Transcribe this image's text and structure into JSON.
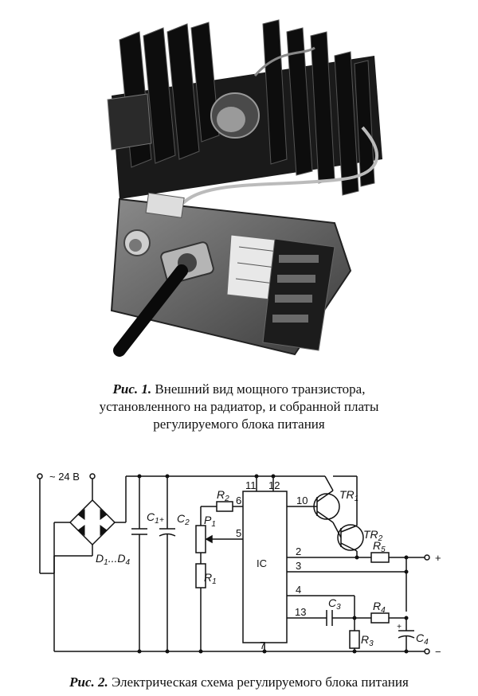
{
  "figure1": {
    "label": "Рис. 1.",
    "caption_lines": [
      "Внешний вид мощного транзистора,",
      "установленного на радиатор, и собранной платы",
      "регулируемого блока питания"
    ]
  },
  "figure2": {
    "label": "Рис. 2.",
    "caption": "Электрическая схема регулируемого блока питания",
    "schematic": {
      "supply": "~ 24 В",
      "diodes": "D",
      "diodes_sub1": "1",
      "diodes_range": "...D",
      "diodes_sub2": "4",
      "c1": "C",
      "c1_sub": "1",
      "c2": "C",
      "c2_sub": "2",
      "c3": "C",
      "c3_sub": "3",
      "c4": "C",
      "c4_sub": "4",
      "r1": "R",
      "r1_sub": "1",
      "r2": "R",
      "r2_sub": "2",
      "r3": "R",
      "r3_sub": "3",
      "r4": "R",
      "r4_sub": "4",
      "r5": "R",
      "r5_sub": "5",
      "p1": "P",
      "p1_sub": "1",
      "tr1": "TR",
      "tr1_sub": "1",
      "tr2": "TR",
      "tr2_sub": "2",
      "ic": "IC",
      "pins": [
        "11",
        "12",
        "6",
        "5",
        "10",
        "2",
        "3",
        "4",
        "13",
        "7"
      ],
      "out_plus": "+",
      "out_minus": "−",
      "cap_plus": "+"
    }
  }
}
